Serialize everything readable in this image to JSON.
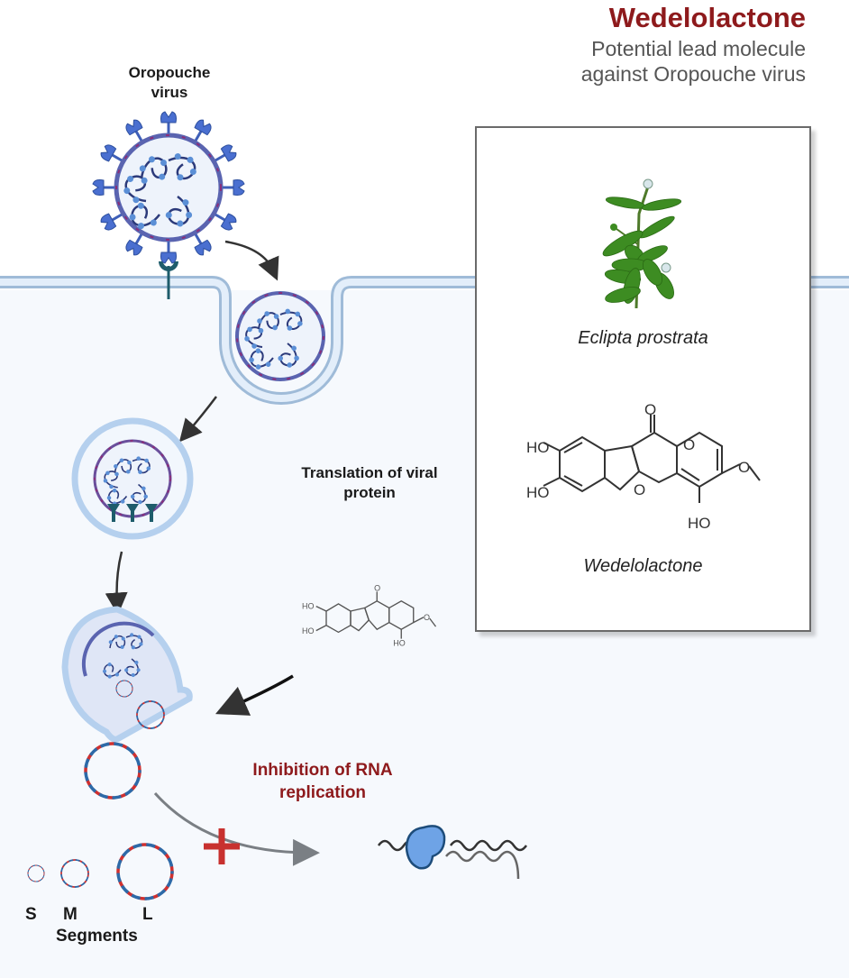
{
  "header": {
    "title": "Wedelolactone",
    "subtitle_line1": "Potential lead molecule",
    "subtitle_line2": "against Oropouche virus"
  },
  "labels": {
    "virus_line1": "Oropouche",
    "virus_line2": "virus",
    "translation_line1": "Translation of viral",
    "translation_line2": "protein",
    "inhibition_line1": "Inhibition of RNA",
    "inhibition_line2": "replication",
    "segment_s": "S",
    "segment_m": "M",
    "segment_l": "L",
    "segments": "Segments"
  },
  "panel": {
    "plant_name": "Eclipta prostrata",
    "molecule_name": "Wedelolactone",
    "molecule_groups": {
      "ho_top": "HO",
      "ho_mid": "HO",
      "ho_bottom": "HO",
      "carbonyl_o": "O",
      "ring_o1": "O",
      "ring_o2": "O",
      "methoxy_o": "O"
    }
  },
  "colors": {
    "title": "#8e1a1c",
    "virus_blue": "#4a6fd0",
    "membrane": "#b9d0e8",
    "rna_red": "#d0302f",
    "rna_blue": "#2d6aa8",
    "inhibit_cross": "#c8312f",
    "plant_green": "#3d8c22"
  }
}
